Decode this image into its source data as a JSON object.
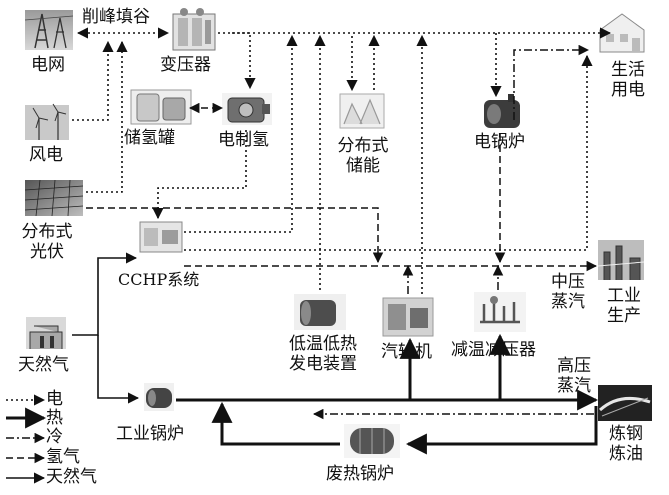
{
  "nodes": {
    "grid": "电网",
    "transformer": "变压器",
    "peak_shaving": "削峰填谷",
    "wind": "风电",
    "h2_tank": "储氢罐",
    "electrolysis": "电制氢",
    "dist_storage": [
      "分布式",
      "储能"
    ],
    "electric_boiler": "电锅炉",
    "household": [
      "生活",
      "用电"
    ],
    "dist_pv": [
      "分布式",
      "光伏"
    ],
    "cchp": "CCHP系统",
    "natural_gas": "天然气",
    "industrial_production": [
      "工业",
      "生产"
    ],
    "mid_pressure_steam": [
      "中压",
      "蒸汽"
    ],
    "low_temp_generator": [
      "低温低热",
      "发电装置"
    ],
    "steam_turbine": "汽轮机",
    "desuperheater": "减温减压器",
    "high_pressure_steam": [
      "高压",
      "蒸汽"
    ],
    "industrial_boiler": "工业锅炉",
    "steel_refining": [
      "炼钢",
      "炼油"
    ],
    "waste_heat_boiler": "废热锅炉"
  },
  "legend": [
    {
      "label": "电",
      "style": "dotted"
    },
    {
      "label": "热",
      "style": "solid-thick"
    },
    {
      "label": "冷",
      "style": "dash-dot"
    },
    {
      "label": "氢气",
      "style": "dashed"
    },
    {
      "label": "天然气",
      "style": "solid-thin"
    }
  ],
  "colors": {
    "line": "#111111",
    "icon_gray": "#8a8a8a",
    "icon_dark": "#3a3a3a",
    "background": "#ffffff"
  }
}
